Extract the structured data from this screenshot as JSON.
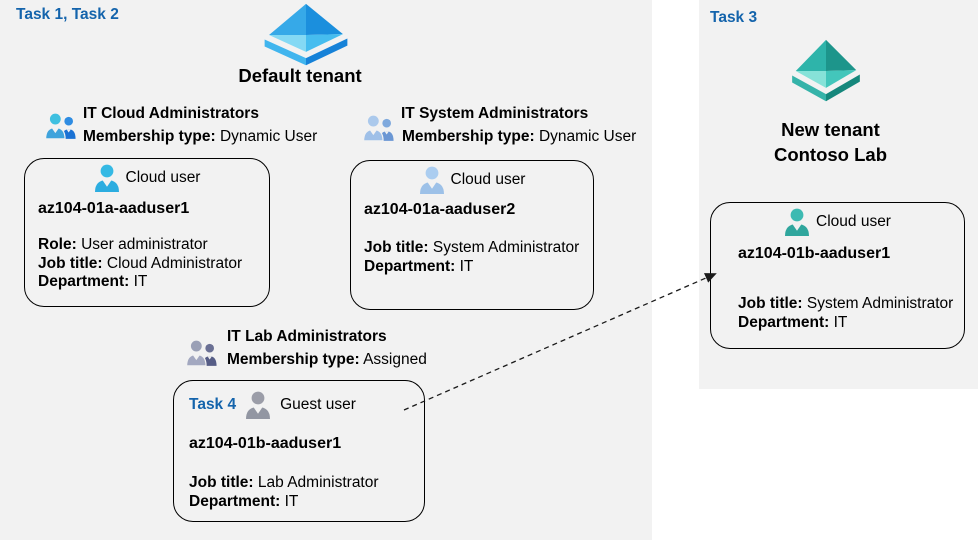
{
  "colors": {
    "accent_task_blue": "#1464ac",
    "panel_background": "#f2f2f2",
    "card_border": "#000000",
    "arrow": "#1a1a1a",
    "azure_ad_blue": "#1b8fdd",
    "azure_ad_teal": "#1d958b"
  },
  "default_tenant": {
    "task_label": "Task 1, Task 2",
    "title": "Default tenant",
    "groups": [
      {
        "name": "IT Cloud Administrators",
        "membership_label": "Membership type:",
        "membership_value": "Dynamic User"
      },
      {
        "name": "IT System Administrators",
        "membership_label": "Membership type:",
        "membership_value": "Dynamic User"
      },
      {
        "name": "IT Lab Administrators",
        "membership_label": "Membership type:",
        "membership_value": "Assigned"
      }
    ],
    "users": [
      {
        "type_label": "Cloud user",
        "name": "az104-01a-aaduser1",
        "role_label": "Role:",
        "role_value": "User administrator",
        "job_label": "Job title:",
        "job_value": "Cloud Administrator",
        "dept_label": "Department:",
        "dept_value": "IT"
      },
      {
        "type_label": "Cloud user",
        "name": "az104-01a-aaduser2",
        "job_label": "Job title:",
        "job_value": "System Administrator",
        "dept_label": "Department:",
        "dept_value": "IT"
      },
      {
        "task_label": "Task 4",
        "type_label": "Guest user",
        "name": "az104-01b-aaduser1",
        "job_label": "Job title:",
        "job_value": "Lab Administrator",
        "dept_label": "Department:",
        "dept_value": "IT"
      }
    ]
  },
  "new_tenant": {
    "task_label": "Task 3",
    "title_line1": "New tenant",
    "title_line2": "Contoso Lab",
    "user": {
      "type_label": "Cloud user",
      "name": "az104-01b-aaduser1",
      "job_label": "Job title:",
      "job_value": "System Administrator",
      "dept_label": "Department:",
      "dept_value": "IT"
    }
  }
}
